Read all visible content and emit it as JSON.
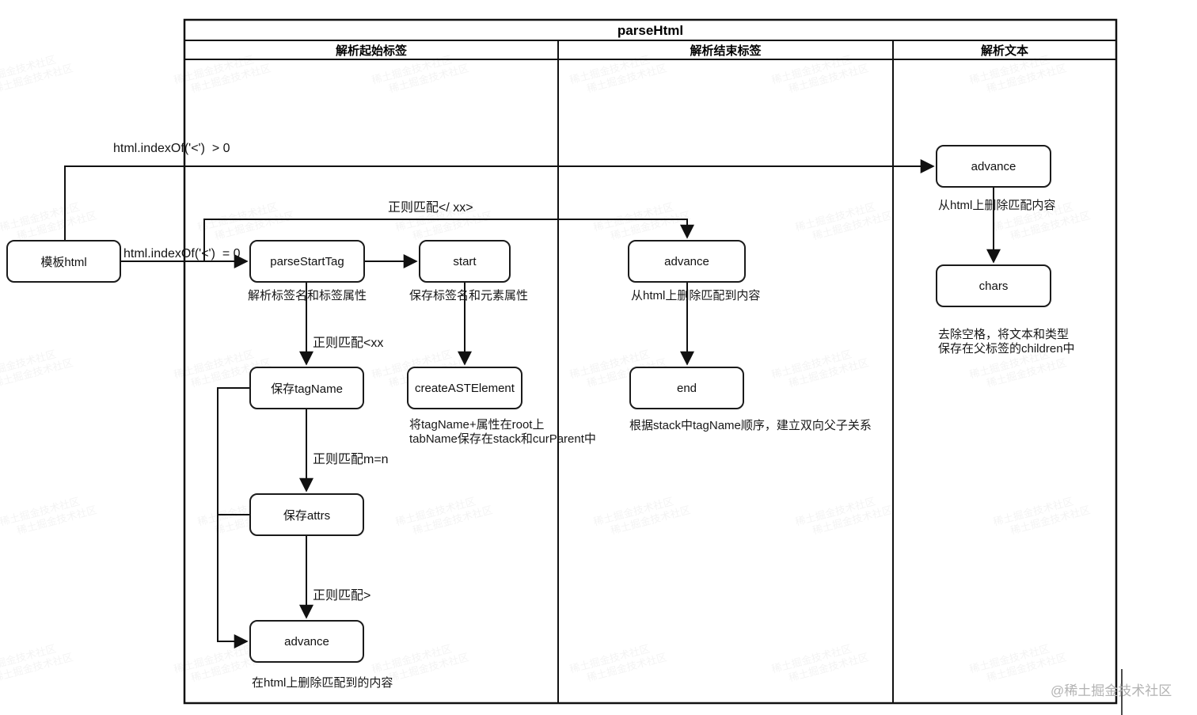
{
  "title": "parseHtml",
  "columns": [
    {
      "label": "解析起始标签"
    },
    {
      "label": "解析结束标签"
    },
    {
      "label": "解析文本"
    }
  ],
  "nodes": {
    "template_html": {
      "label": "模板html"
    },
    "parse_start_tag": {
      "label": "parseStartTag",
      "caption": "解析标签名和标签属性"
    },
    "start": {
      "label": "start",
      "caption": "保存标签名和元素属性"
    },
    "advance_mid": {
      "label": "advance",
      "caption": "从html上删除匹配到内容"
    },
    "advance_right": {
      "label": "advance",
      "caption": "从html上删除匹配内容"
    },
    "chars": {
      "label": "chars",
      "caption_line1": "去除空格，将文本和类型",
      "caption_line2": "保存在父标签的children中"
    },
    "save_tag_name": {
      "label": "保存tagName"
    },
    "create_ast_element": {
      "label": "createASTElement",
      "caption_line1": "将tagName+属性在root上",
      "caption_line2": "tabName保存在stack和curParent中"
    },
    "end": {
      "label": "end",
      "caption": "根据stack中tagName顺序，建立双向父子关系"
    },
    "save_attrs": {
      "label": "保存attrs"
    },
    "advance_bottom": {
      "label": "advance",
      "caption": "在html上删除匹配到的内容"
    }
  },
  "edge_labels": {
    "index_gt_0": "html.indexOf('<')  > 0",
    "index_eq_0": "html.indexOf('<')  = 0",
    "regex_end_tag": "正则匹配</ xx>",
    "regex_start_tag": "正则匹配<xx",
    "regex_attr": "正则匹配m=n",
    "regex_gt": "正则匹配>"
  },
  "watermark": {
    "corner": "@稀土掘金技术社区",
    "tile": "稀土掘金技术社区"
  }
}
